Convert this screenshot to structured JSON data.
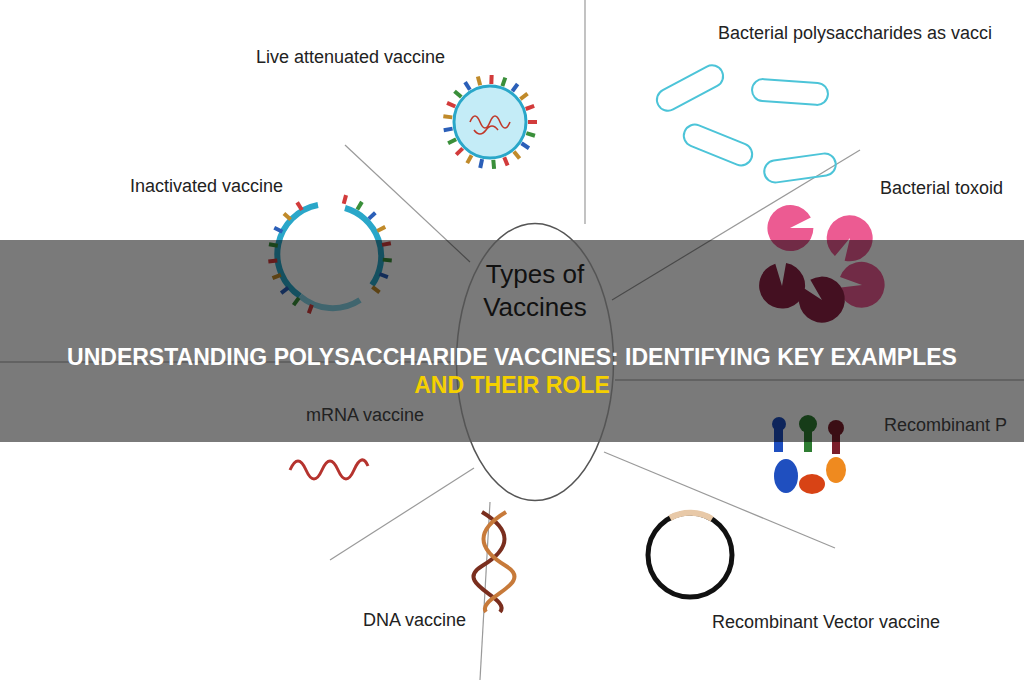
{
  "diagram": {
    "nodes": [
      {
        "text": [
          "Types of Vaccines"
        ]
      }
    ],
    "labels": [
      "Live attenuated vaccine",
      "Bacterial polysaccharides as vacci",
      "Inactivated vaccine",
      "Bacterial toxoid",
      "mRNA vaccine",
      "Recombinant P",
      "DNA vaccine",
      "Recombinant Vector vaccine",
      "UNDERSTANDING POLYSACCHARIDE VACCINES: IDENTIFYING KEY EXAMPLES",
      "AND THEIR ROLE"
    ]
  }
}
